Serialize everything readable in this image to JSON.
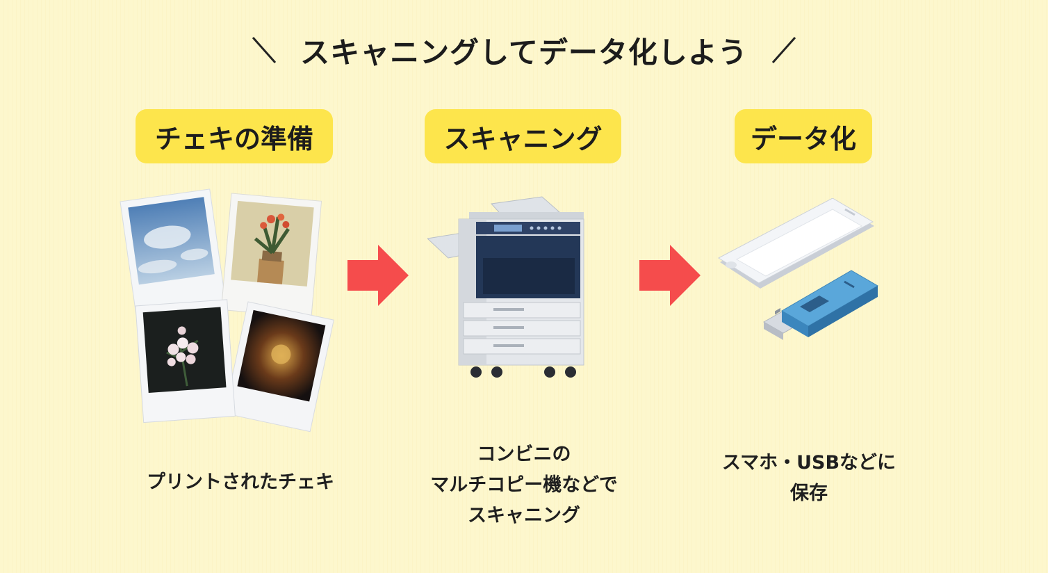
{
  "title": "スキャニングしてデータ化しよう",
  "steps": [
    {
      "label": "チェキの準備",
      "caption_lines": [
        "プリントされたチェキ"
      ]
    },
    {
      "label": "スキャニング",
      "caption_lines": [
        "コンビニの",
        "マルチコピー機などで",
        "スキャニング"
      ]
    },
    {
      "label": "データ化",
      "caption_lines": [
        "スマホ・USBなどに",
        "保存"
      ]
    }
  ],
  "colors": {
    "background": "#fdf7cf",
    "badge": "#fde54c",
    "arrow": "#f54c4c"
  },
  "icons": [
    "instant-photos-icon",
    "multifunction-copier-icon",
    "smartphone-icon",
    "usb-drive-icon",
    "arrow-right-icon"
  ]
}
